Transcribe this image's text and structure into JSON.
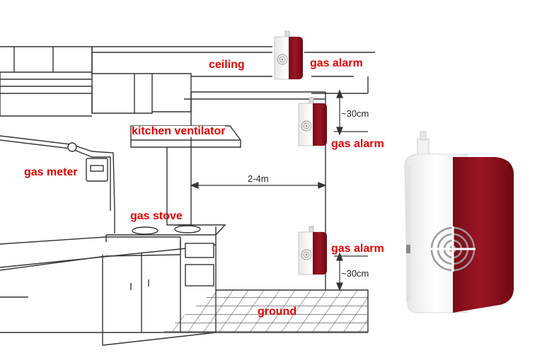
{
  "labels": {
    "ceiling": "ceiling",
    "gas_alarm_top": "gas alarm",
    "gas_alarm_middle": "gas alarm",
    "gas_alarm_bottom": "gas alarm",
    "kitchen_ventilator": "kitchen ventilator",
    "gas_meter": "gas meter",
    "gas_stove": "gas stove",
    "ground": "ground"
  },
  "dimensions": {
    "ceiling_gap": "~30cm",
    "ground_gap": "~30cm",
    "distance": "2-4m"
  },
  "colors": {
    "label_red": "#e10000",
    "device_red": "#8a0f1c",
    "device_white": "#f4f4f4",
    "line": "#333333"
  }
}
